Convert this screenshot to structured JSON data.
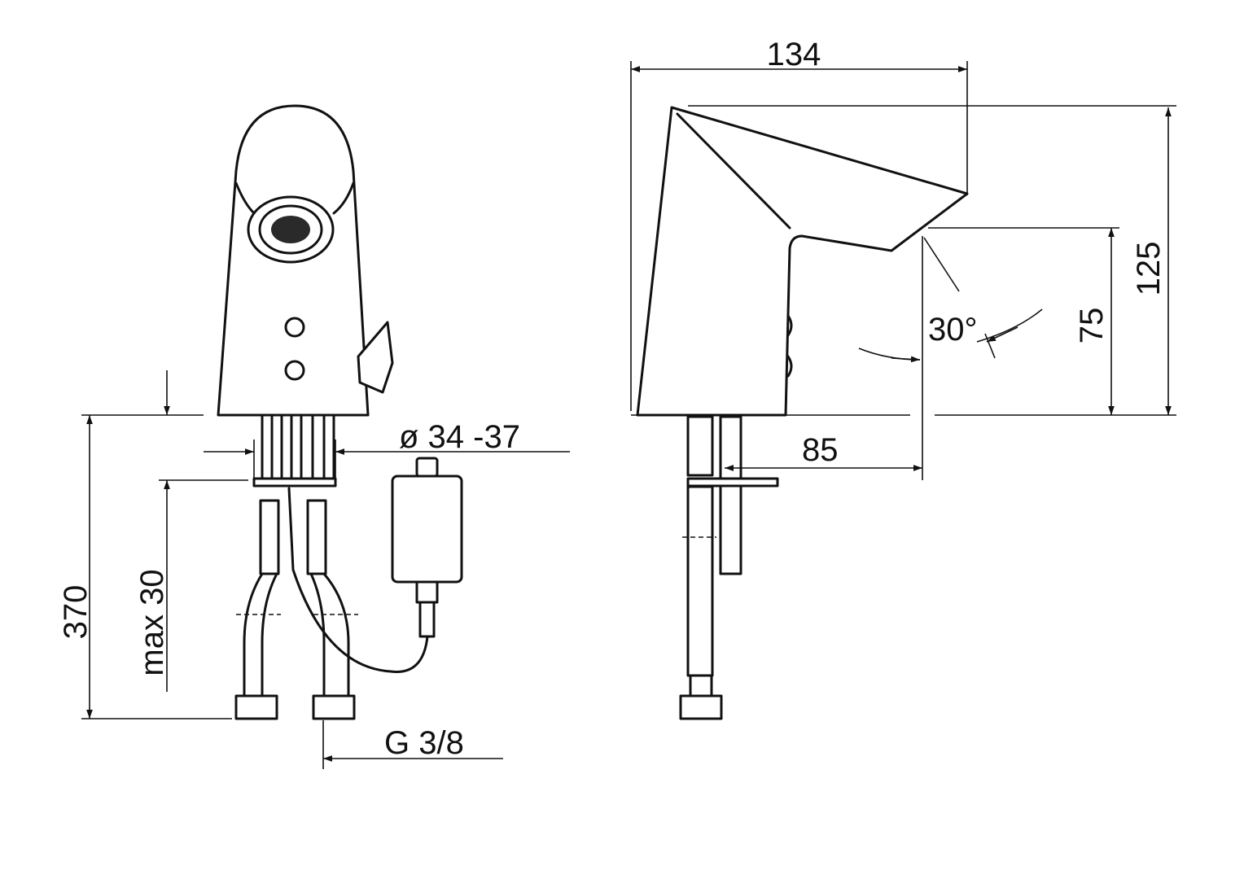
{
  "title": "Faucet dimension drawing",
  "front_view": {
    "dim_height_total": "370",
    "dim_max_deck": "max 30",
    "dim_hole_diameter": "ø 34 -37",
    "dim_connection": "G 3/8"
  },
  "side_view": {
    "dim_length": "134",
    "dim_height": "125",
    "dim_spout_height": "75",
    "dim_angle": "30°",
    "dim_reach": "85"
  }
}
